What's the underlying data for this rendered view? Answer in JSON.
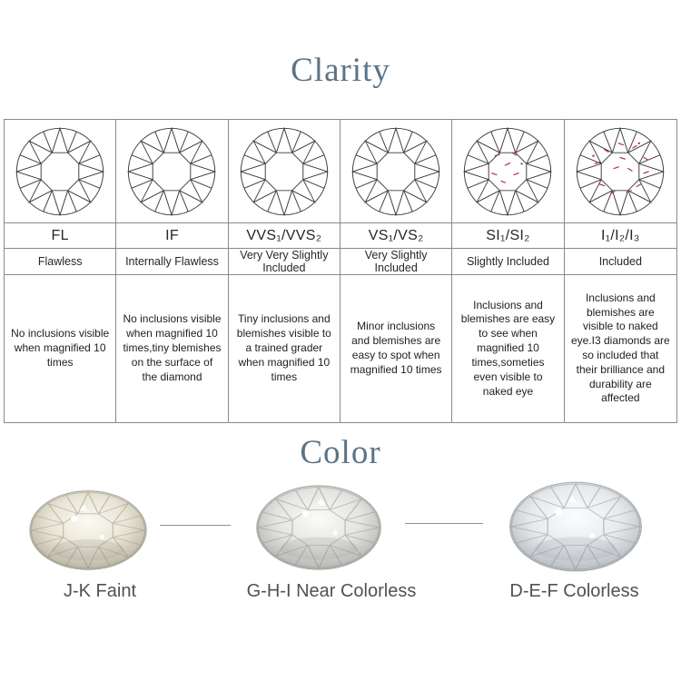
{
  "theme": {
    "background": "#ffffff",
    "title_color": "#5b7486",
    "table_border_color": "#8a8a8a",
    "inclusion_mark_color": "#b23434",
    "body_text_color": "#212121",
    "color_label_color": "#4e5257"
  },
  "icons": {
    "clarity_diagram": "round-brilliant-diamond-top-view-line-drawing",
    "si_inclusions": "few-red-inclusion-specks",
    "i_inclusions": "many-red-inclusion-specks",
    "color_image": "loose-round-diamond-photo"
  },
  "clarity": {
    "title": "Clarity",
    "grades": [
      {
        "grade": "FL",
        "name": "Flawless",
        "desc": "No inclusions visible when magnified 10 times"
      },
      {
        "grade": "IF",
        "name": "Internally Flawless",
        "desc": "No inclusions visible when magnified 10 times,tiny blemishes on the surface of the diamond"
      },
      {
        "grade": "VVS₁/VVS₂",
        "name": "Very Very Slightly Included",
        "desc": "Tiny inclusions and blemishes visible to a trained grader when magnified 10 times"
      },
      {
        "grade": "VS₁/VS₂",
        "name": "Very Slightly Included",
        "desc": "Minor inclusions and blemishes are easy to spot when magnified 10 times"
      },
      {
        "grade": "SI₁/SI₂",
        "name": "Slightly Included",
        "desc": "Inclusions and blemishes are easy to see when magnified 10 times,someties even visible to naked eye"
      },
      {
        "grade": "I₁/I₂/I₃",
        "name": "Included",
        "desc": "Inclusions and blemishes are visible to naked eye.I3 diamonds are so included that their brilliance and durability are affected"
      }
    ]
  },
  "color": {
    "title": "Color",
    "labels": [
      "J-K Faint",
      "G-H-I Near Colorless",
      "D-E-F Colorless"
    ]
  }
}
